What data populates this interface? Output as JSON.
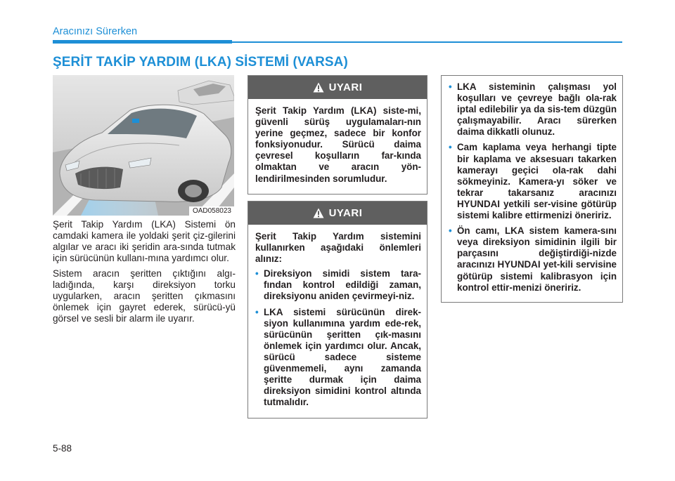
{
  "header": {
    "section": "Aracınızı Sürerken",
    "title": "ŞERİT TAKİP YARDIM (LKA) SİSTEMİ (VARSA)"
  },
  "figure": {
    "code": "OAD058023"
  },
  "body": {
    "paragraphs": [
      "Şerit Takip Yardım (LKA) Sistemi ön camdaki kamera ile yoldaki şerit çiz-gilerini algılar ve aracı iki şeridin ara-sında tutmak için sürücünün kullanı-mına yardımcı olur.",
      "Sistem aracın şeritten çıktığını algı-ladığında, karşı direksiyon torku uygularken, aracın şeritten çıkmasını önlemek için gayret ederek, sürücü-yü görsel ve sesli bir alarm ile uyarır."
    ]
  },
  "warning1": {
    "heading": "UYARI",
    "text": "Şerit Takip Yardım (LKA) siste-mi, güvenli sürüş uygulamaları-nın yerine geçmez, sadece bir konfor fonksiyonudur. Sürücü daima çevresel koşulların far-kında olmaktan ve aracın yön-lendirilmesinden sorumludur."
  },
  "warning2": {
    "heading": "UYARI",
    "intro": "Şerit Takip Yardım sistemini kullanırken aşağıdaki önlemleri alınız:",
    "bullets": [
      "Direksiyon simidi sistem tara-fından kontrol edildiği zaman, direksiyonu aniden çevirmeyi-niz.",
      "LKA sistemi sürücünün direk-siyon kullanımına yardım ede-rek, sürücünün şeritten çık-masını önlemek için yardımcı olur. Ancak, sürücü sadece sisteme güvenmemeli, aynı zamanda şeritte durmak için daima direksiyon simidini kontrol altında tutmalıdır."
    ]
  },
  "right": {
    "bullets": [
      "LKA sisteminin çalışması yol koşulları ve çevreye bağlı ola-rak iptal edilebilir ya da sis-tem düzgün çalışmayabilir. Aracı sürerken daima dikkatli olunuz.",
      "Cam kaplama veya herhangi tipte bir kaplama ve aksesuarı takarken kamerayı geçici ola-rak dahi sökmeyiniz. Kamera-yı söker ve tekrar takarsanız aracınızı HYUNDAI yetkili ser-visine götürüp sistemi kalibre ettirmenizi öneririz.",
      "Ön camı, LKA sistem kamera-sını veya direksiyon simidinin ilgili bir parçasını değiştirdiği-nizde aracınızı HYUNDAI yet-kili servisine götürüp sistemi kalibrasyon için kontrol ettir-menizi öneririz."
    ]
  },
  "footer": {
    "page": "5-88"
  },
  "colors": {
    "accent": "#1d8fd6",
    "warning_header": "#5f5f5f"
  }
}
